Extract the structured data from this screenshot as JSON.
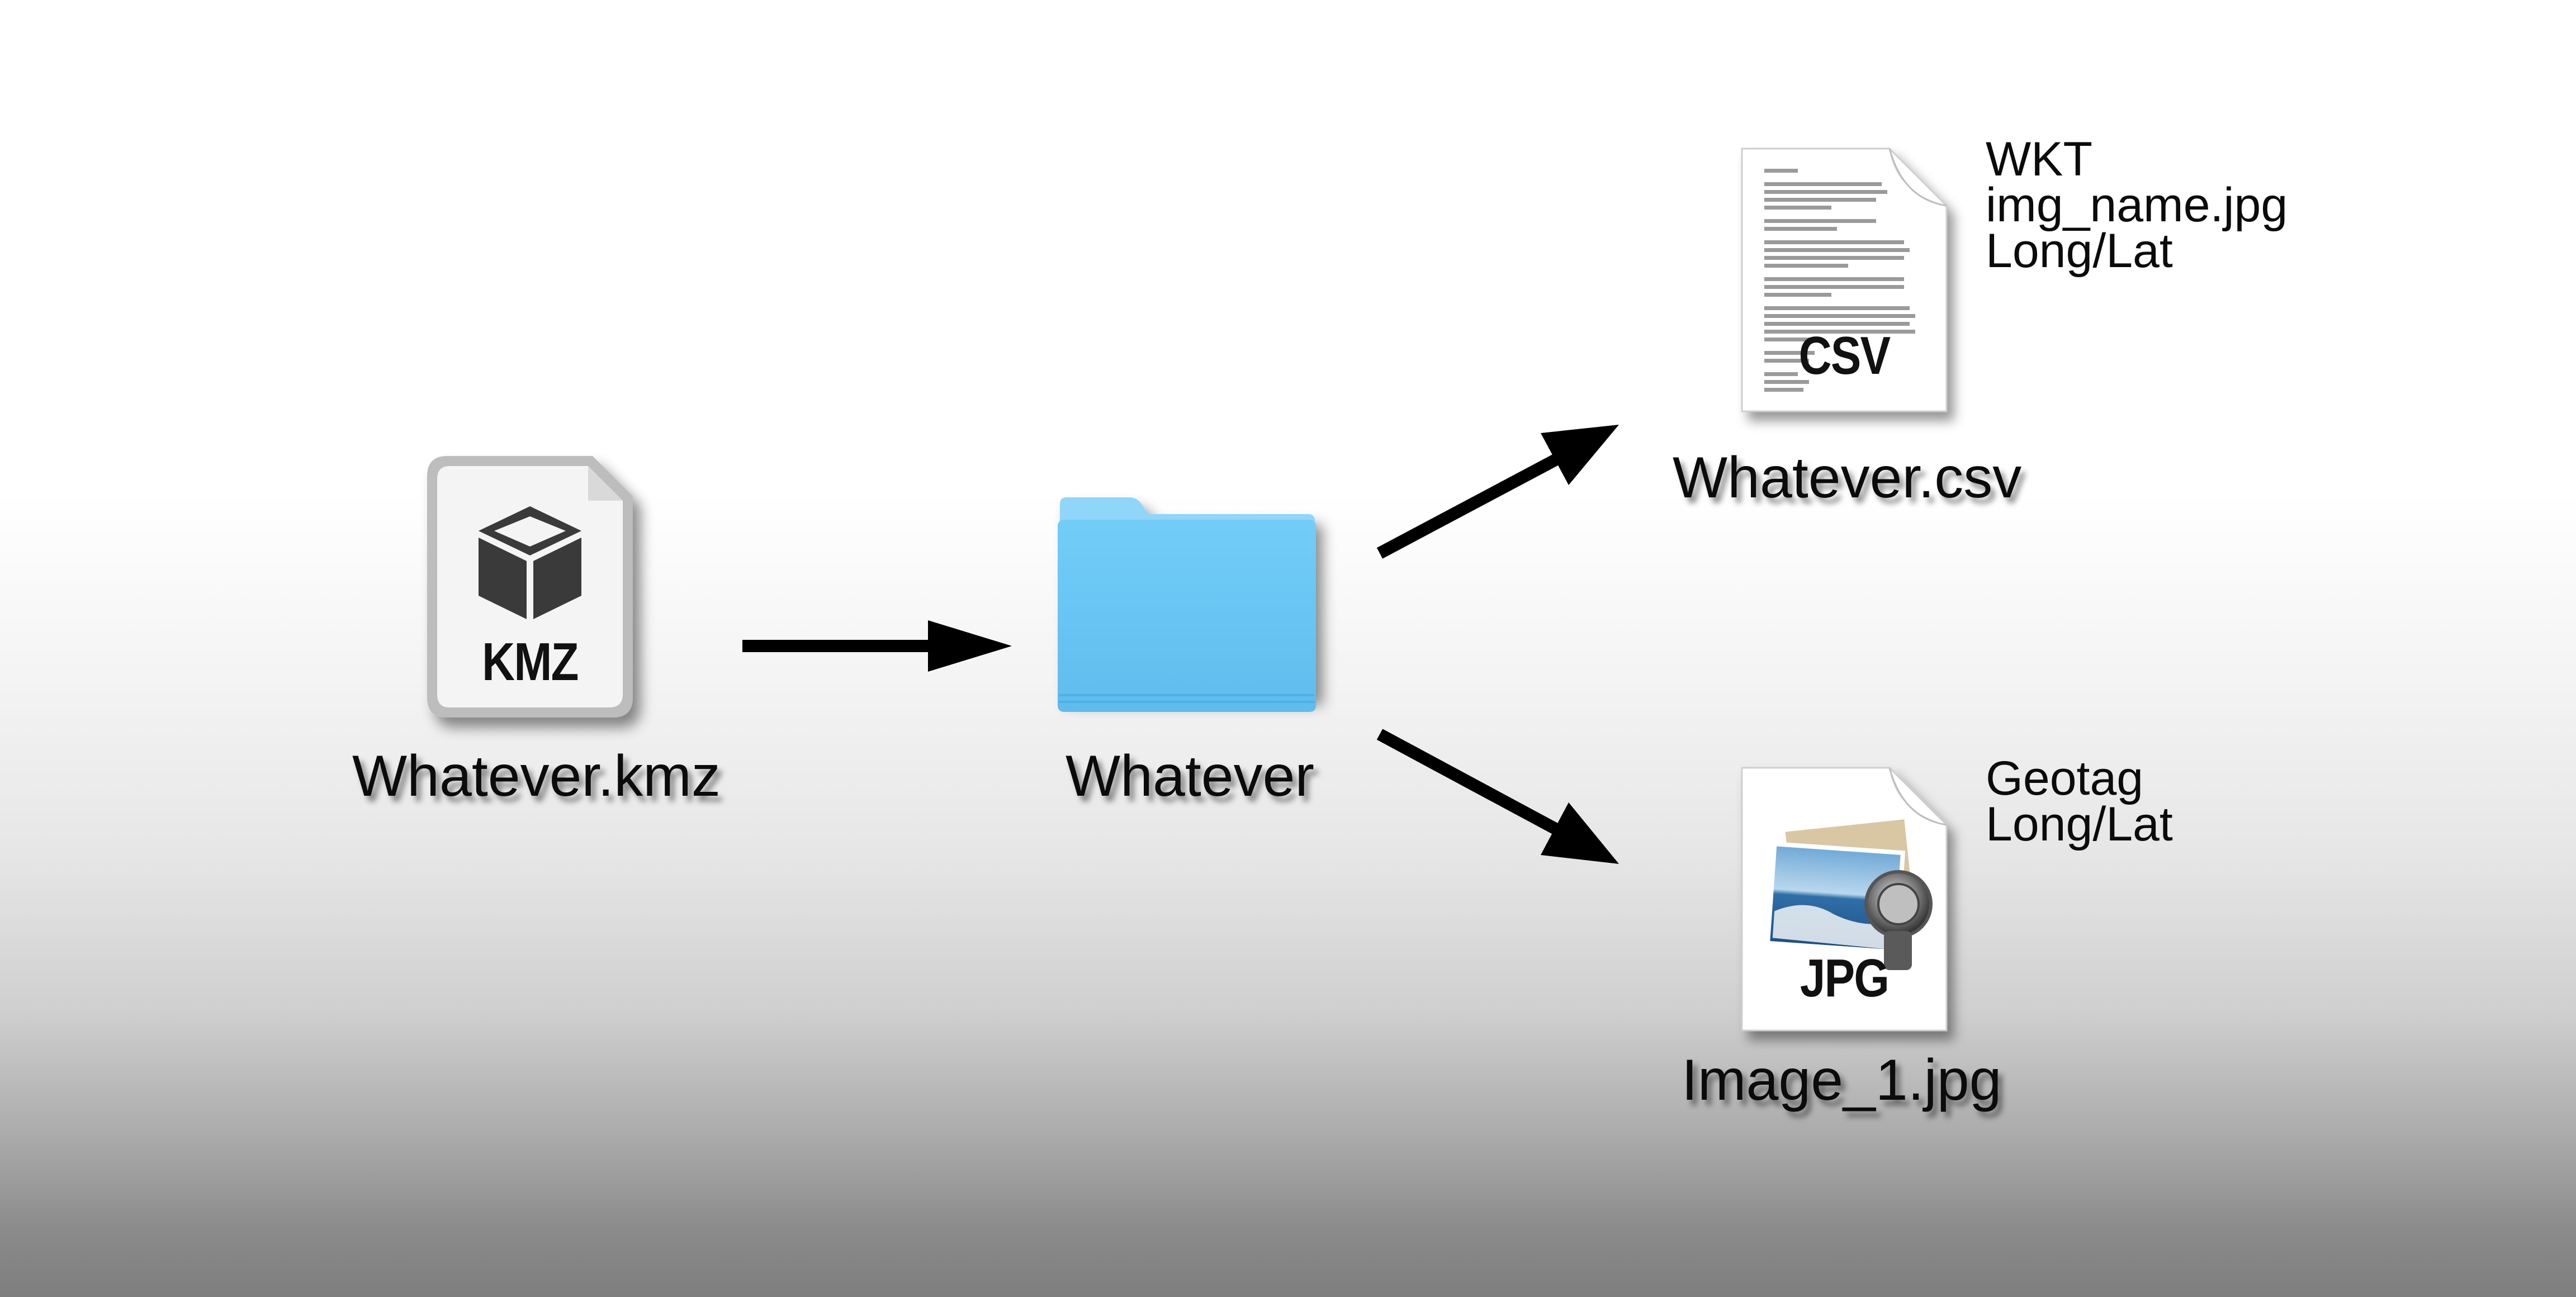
{
  "source_file": {
    "name": "Whatever.kmz",
    "badge": "KMZ",
    "icon": "kmz-file-icon"
  },
  "folder": {
    "name": "Whatever",
    "icon": "folder-icon"
  },
  "csv_file": {
    "name": "Whatever.csv",
    "badge": "CSV",
    "icon": "csv-document-icon",
    "fields": [
      "WKT",
      "img_name.jpg",
      "Long/Lat"
    ]
  },
  "jpg_file": {
    "name": "Image_1.jpg",
    "badge": "JPG",
    "icon": "jpg-image-file-icon",
    "fields": [
      "Geotag",
      "Long/Lat"
    ]
  },
  "colors": {
    "arrow": "#000000",
    "folder_front": "#6cc8f5",
    "folder_back": "#8fd6f8",
    "kmz_border": "#9a9a9a",
    "text": "#0b0b0b"
  }
}
